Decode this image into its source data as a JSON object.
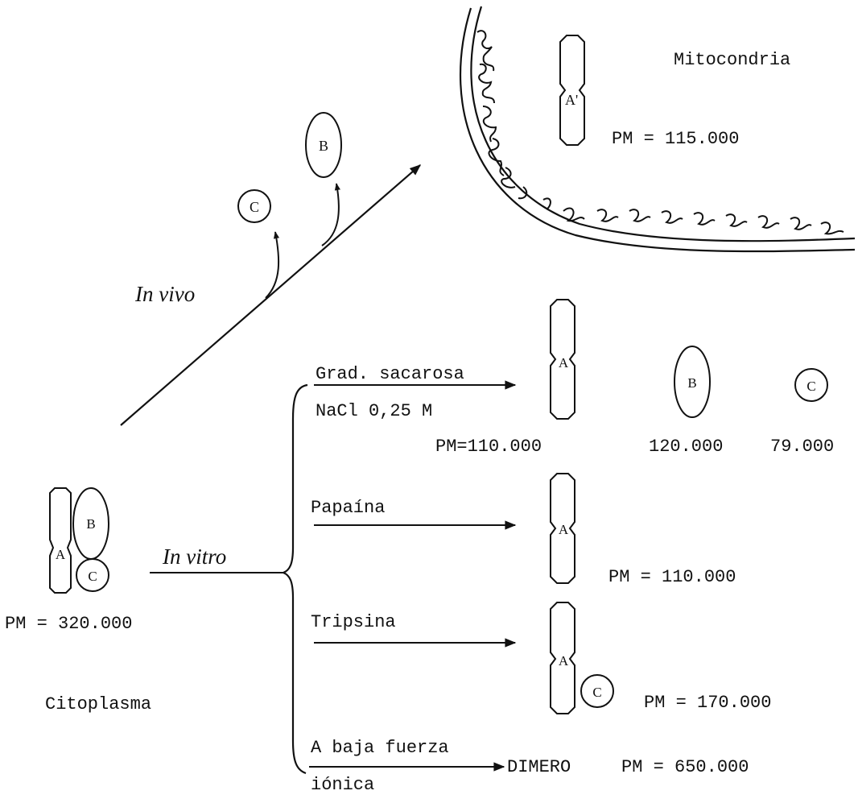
{
  "compartments": {
    "mitochondria": "Mitocondria",
    "cytoplasm": "Citoplasma"
  },
  "complex": {
    "mw": "PM = 320.000",
    "subunits": [
      "A",
      "B",
      "C"
    ]
  },
  "mito_form": {
    "label": "A'",
    "mw": "PM = 115.000"
  },
  "in_vivo": {
    "label": "In vivo",
    "released": [
      "C",
      "B"
    ]
  },
  "in_vitro": {
    "label": "In vitro",
    "treatments": [
      {
        "condition_1": "Grad. sacarosa",
        "condition_2": "NaCl 0,25 M",
        "products": [
          "A",
          "B",
          "C"
        ],
        "mw": [
          "PM=110.000",
          "120.000",
          "79.000"
        ]
      },
      {
        "condition_1": "Papaína",
        "products": [
          "A"
        ],
        "mw": "PM = 110.000"
      },
      {
        "condition_1": "Tripsina",
        "products": [
          "A",
          "C"
        ],
        "mw": "PM = 170.000"
      },
      {
        "condition_1": "A baja fuerza",
        "condition_2": "iónica",
        "product": "DIMERO",
        "mw": "PM = 650.000"
      }
    ]
  },
  "colors": {
    "ink": "#111111",
    "background": "#ffffff"
  }
}
